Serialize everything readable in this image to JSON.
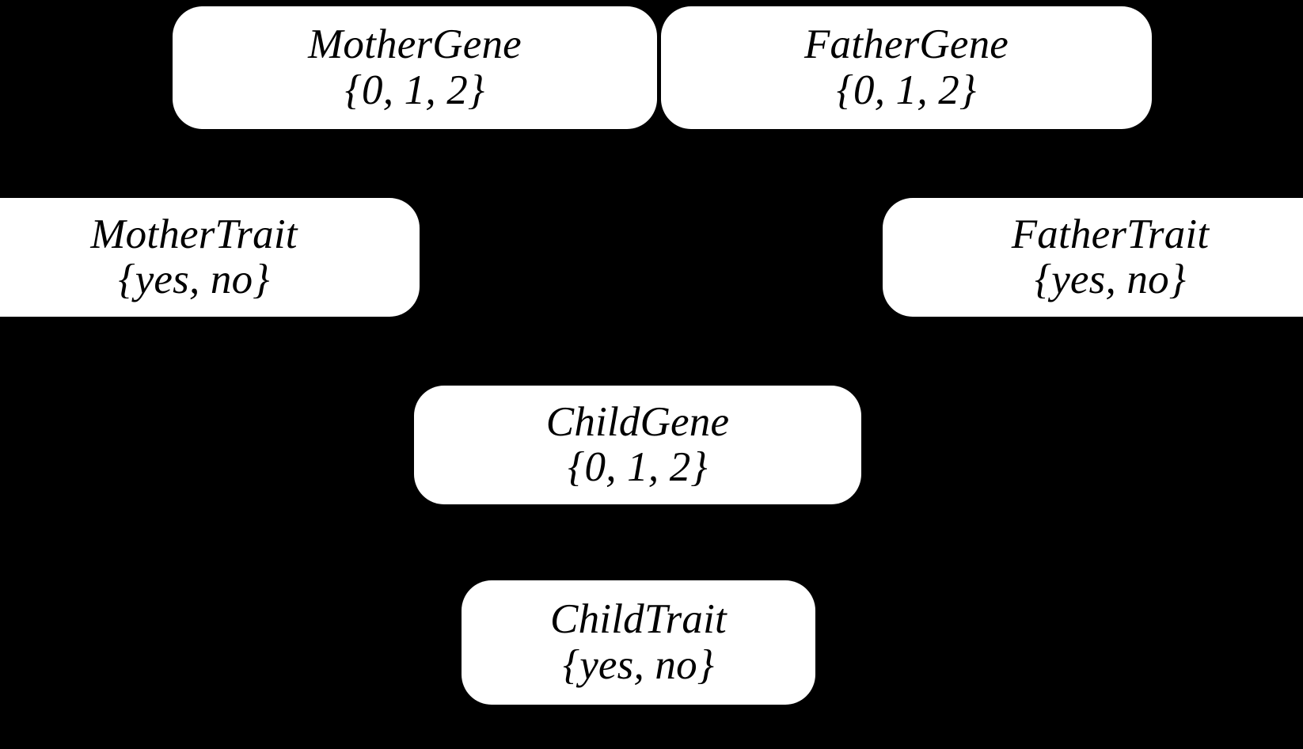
{
  "diagram": {
    "type": "bayesian-network",
    "background_color": "#000000",
    "node_fill_color": "#ffffff",
    "node_text_color": "#000000",
    "edge_color": "#000000",
    "nodes": [
      {
        "id": "mother-gene",
        "label": "MotherGene",
        "domain": "{0, 1, 2}",
        "values": [
          "0",
          "1",
          "2"
        ]
      },
      {
        "id": "father-gene",
        "label": "FatherGene",
        "domain": "{0, 1, 2}",
        "values": [
          "0",
          "1",
          "2"
        ]
      },
      {
        "id": "mother-trait",
        "label": "MotherTrait",
        "domain": "{yes, no}",
        "values": [
          "yes",
          "no"
        ]
      },
      {
        "id": "father-trait",
        "label": "FatherTrait",
        "domain": "{yes, no}",
        "values": [
          "yes",
          "no"
        ]
      },
      {
        "id": "child-gene",
        "label": "ChildGene",
        "domain": "{0, 1, 2}",
        "values": [
          "0",
          "1",
          "2"
        ]
      },
      {
        "id": "child-trait",
        "label": "ChildTrait",
        "domain": "{yes, no}",
        "values": [
          "yes",
          "no"
        ]
      }
    ],
    "edges": [
      {
        "from": "mother-gene",
        "to": "mother-trait"
      },
      {
        "from": "mother-gene",
        "to": "child-gene"
      },
      {
        "from": "father-gene",
        "to": "father-trait"
      },
      {
        "from": "father-gene",
        "to": "child-gene"
      },
      {
        "from": "child-gene",
        "to": "child-trait"
      }
    ]
  }
}
